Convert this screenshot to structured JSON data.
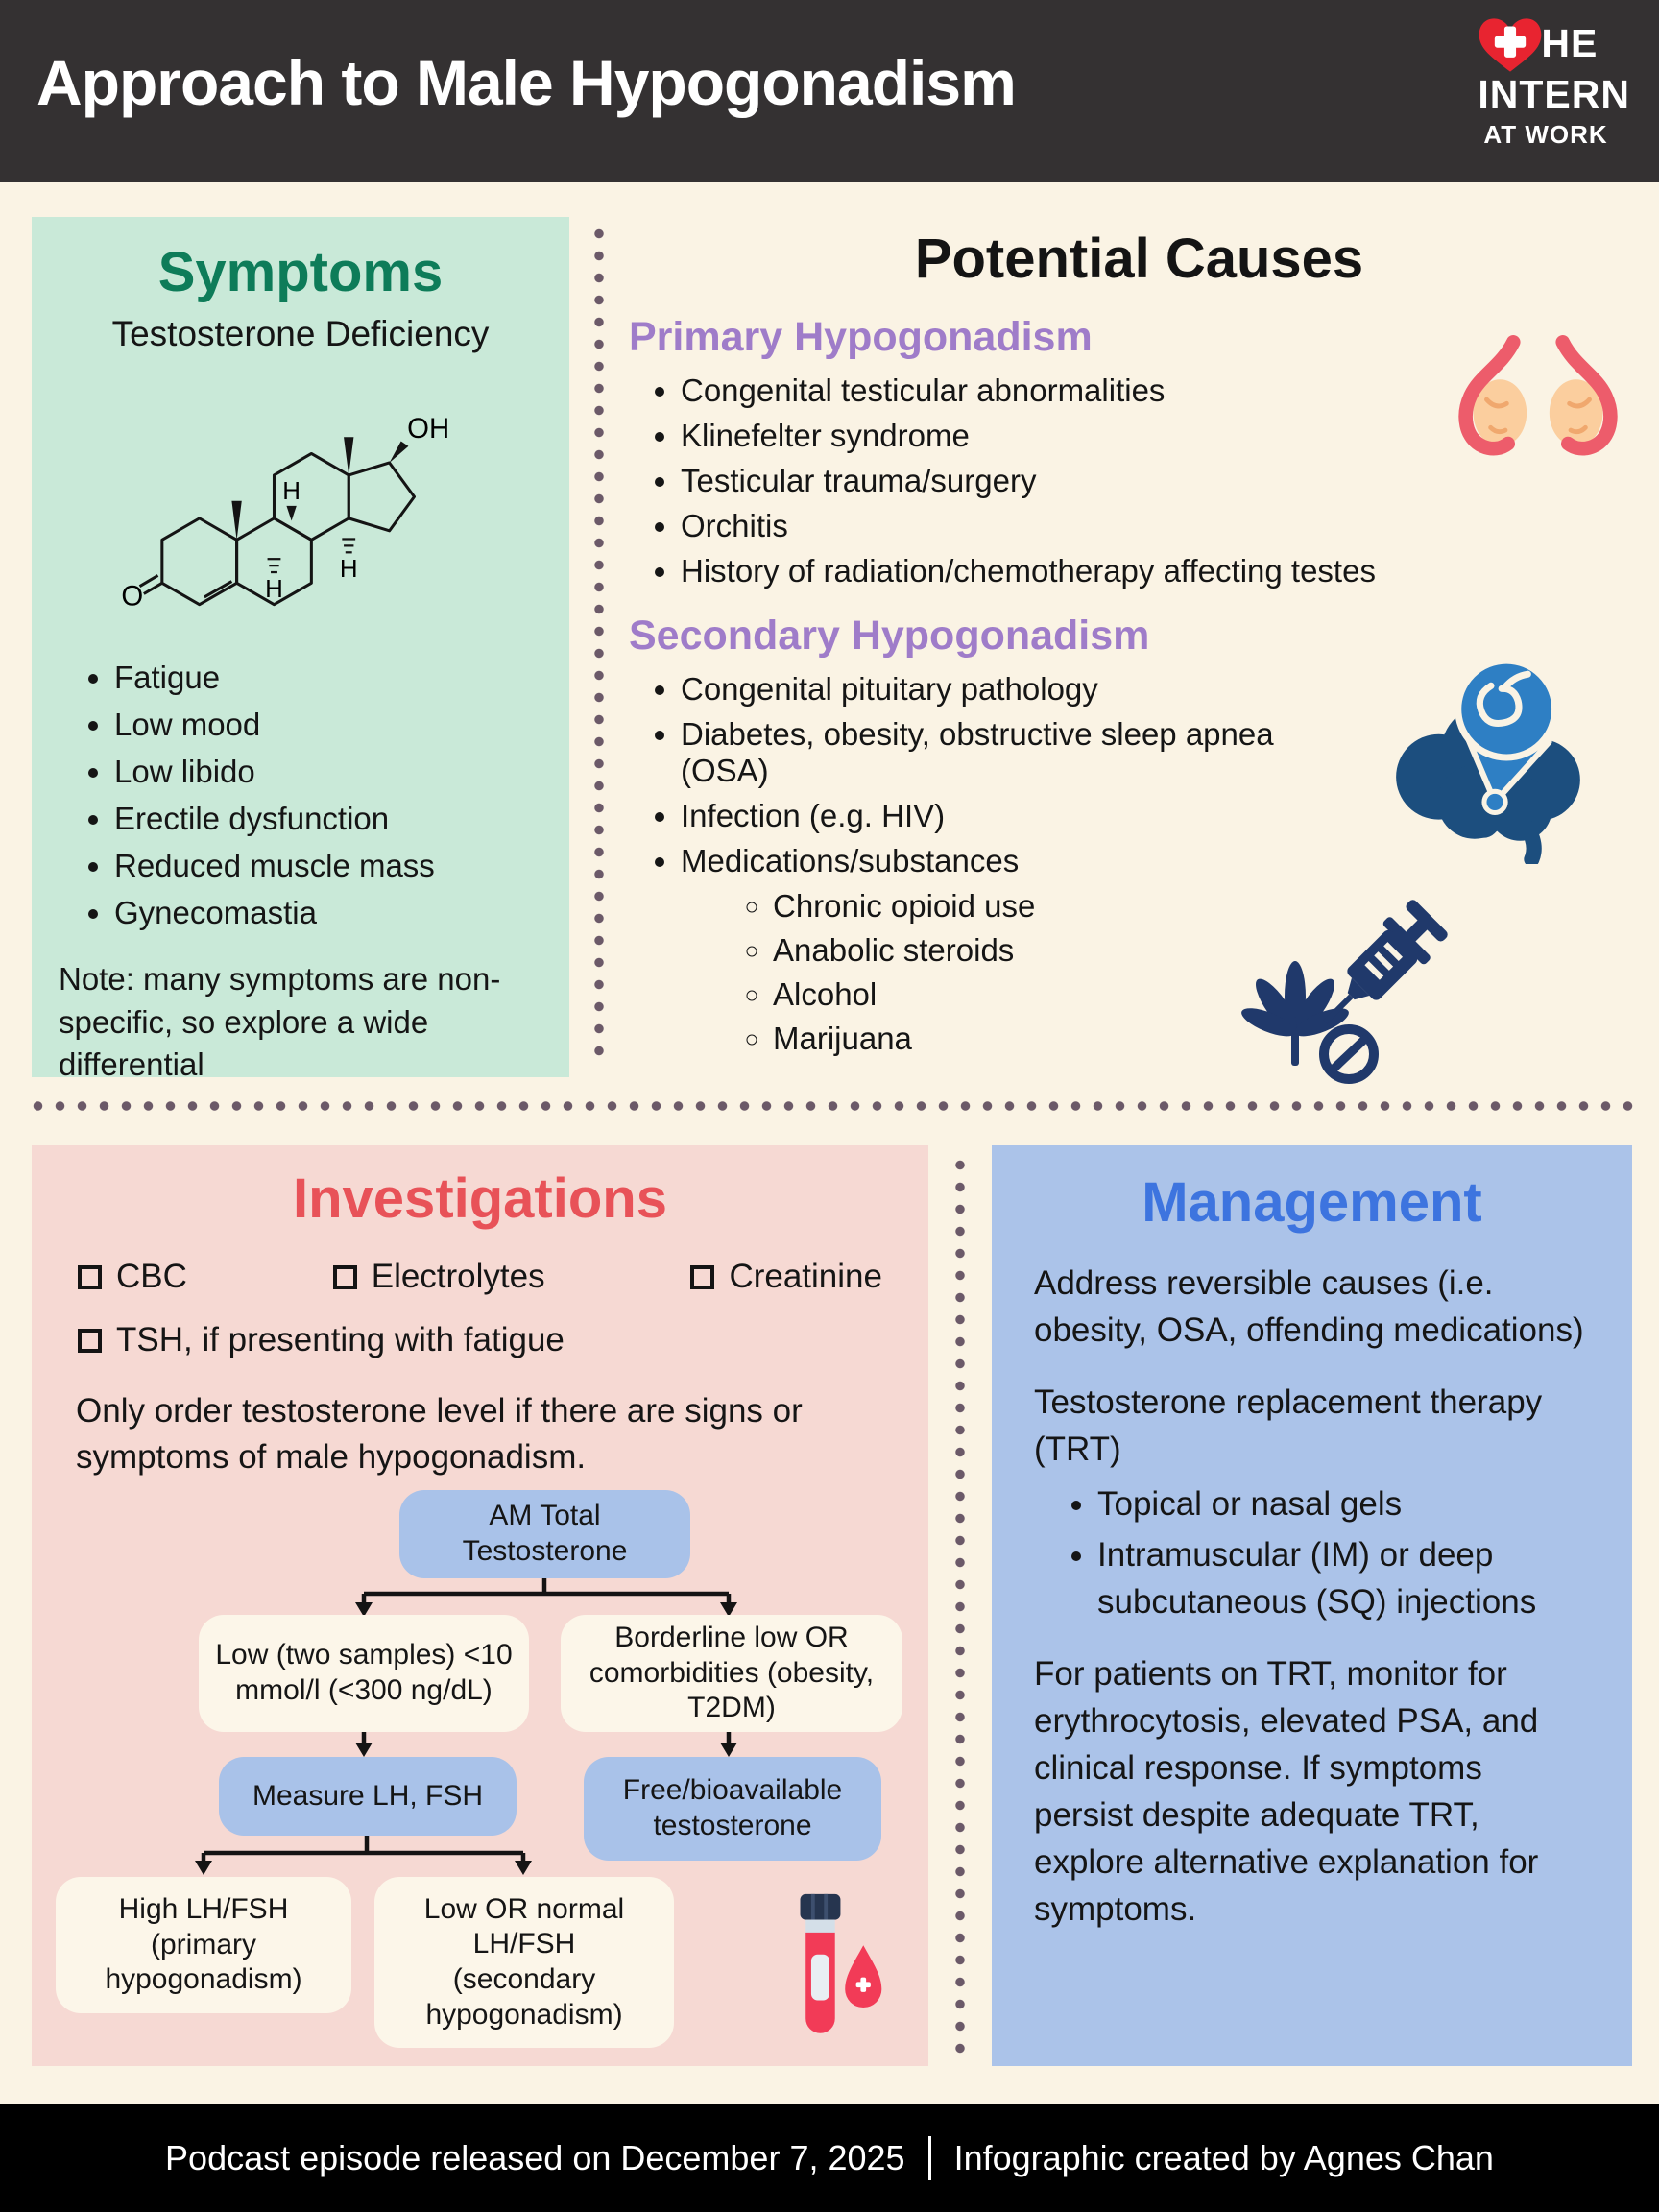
{
  "header": {
    "title": "Approach to Male Hypogonadism",
    "logo": {
      "line1": "HE",
      "line2": "INTERN",
      "line3": "AT WORK"
    }
  },
  "symptoms": {
    "title": "Symptoms",
    "subtitle": "Testosterone Deficiency",
    "molecule": {
      "oh": "OH",
      "h1": "H",
      "h2": "H",
      "h3": "H",
      "o": "O"
    },
    "items": [
      "Fatigue",
      "Low mood",
      "Low libido",
      "Erectile dysfunction",
      "Reduced muscle mass",
      "Gynecomastia"
    ],
    "note": "Note: many symptoms are non-specific, so explore a wide differential"
  },
  "causes": {
    "title": "Potential Causes",
    "primary_heading": "Primary Hypogonadism",
    "primary_items": [
      "Congenital testicular abnormalities",
      "Klinefelter syndrome",
      "Testicular trauma/surgery",
      "Orchitis",
      "History of radiation/chemotherapy affecting testes"
    ],
    "secondary_heading": "Secondary Hypogonadism",
    "secondary_items": [
      "Congenital pituitary pathology",
      "Diabetes, obesity, obstructive sleep apnea (OSA)",
      "Infection (e.g. HIV)",
      "Medications/substances"
    ],
    "substance_items": [
      "Chronic opioid use",
      "Anabolic steroids",
      "Alcohol",
      "Marijuana"
    ]
  },
  "investigations": {
    "title": "Investigations",
    "checkboxes": [
      "CBC",
      "Electrolytes",
      "Creatinine"
    ],
    "checkbox_fatigue": "TSH, if presenting with fatigue",
    "note": "Only order testosterone level if there are signs or symptoms of male hypogonadism.",
    "flowchart": {
      "root": "AM Total Testosterone",
      "low": "Low (two samples) <10 mmol/l (<300 ng/dL)",
      "borderline": "Borderline low OR comorbidities (obesity, T2DM)",
      "measure": "Measure LH, FSH",
      "free_t": "Free/bioavailable testosterone",
      "primary_result": "High LH/FSH (primary hypogonadism)",
      "secondary_result": "Low OR normal LH/FSH (secondary hypogonadism)"
    }
  },
  "management": {
    "title": "Management",
    "p1": "Address reversible causes (i.e. obesity, OSA, offending medications)",
    "p2": "Testosterone replacement therapy (TRT)",
    "bullets": [
      "Topical or nasal gels",
      "Intramuscular (IM) or deep subcutaneous (SQ) injections"
    ],
    "p3": "For patients on TRT, monitor for erythrocytosis, elevated PSA, and clinical response. If symptoms persist despite adequate TRT, explore alternative explanation for symptoms."
  },
  "footer": {
    "left": "Podcast episode released on December 7, 2025",
    "right": "Infographic created by Agnes Chan"
  },
  "colors": {
    "header_bg": "#343132",
    "background": "#faf3e4",
    "symptoms_bg": "#c9e9d8",
    "symptoms_title": "#0e7c59",
    "causes_heading": "#9f7cc9",
    "investigations_bg": "#f6d9d3",
    "investigations_title": "#e85258",
    "management_bg": "#abc3e9",
    "management_title": "#3d74df",
    "flow_blue": "#a9c2e9",
    "flow_cream": "#fcf6e9",
    "icon_navy": "#20396b",
    "logo_red": "#e82430"
  }
}
